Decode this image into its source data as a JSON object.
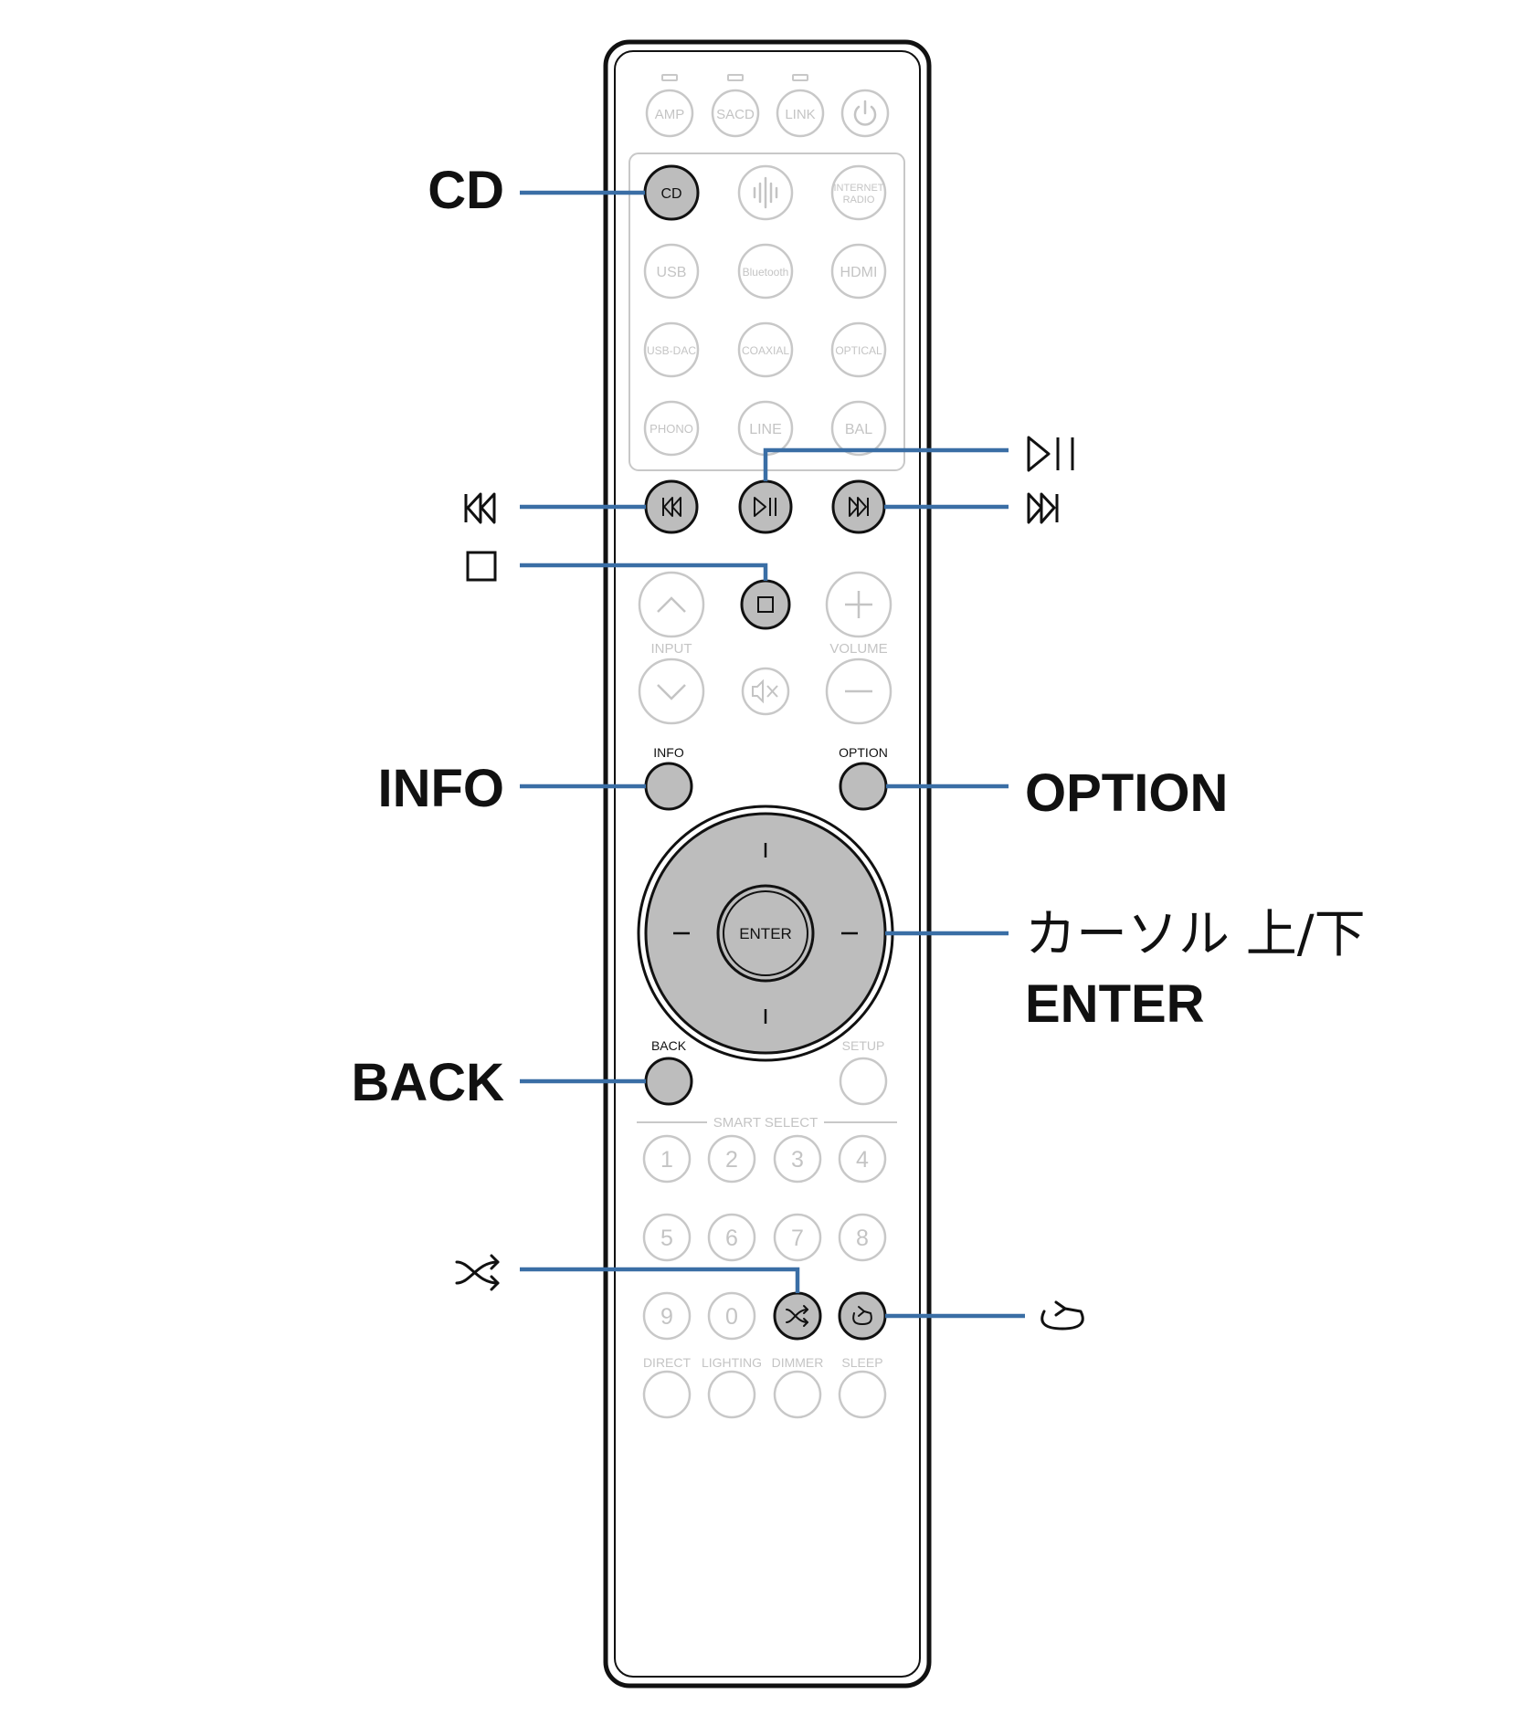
{
  "remote": {
    "source_buttons": {
      "amp": "AMP",
      "sacd": "SACD",
      "link": "LINK",
      "cd": "CD",
      "internet_radio_line1": "INTERNET",
      "internet_radio_line2": "RADIO",
      "usb": "USB",
      "bluetooth": "Bluetooth",
      "hdmi": "HDMI",
      "usb_dac": "USB-DAC",
      "coaxial": "COAXIAL",
      "optical": "OPTICAL",
      "phono": "PHONO",
      "line": "LINE",
      "bal": "BAL"
    },
    "labels": {
      "input": "INPUT",
      "volume": "VOLUME",
      "info": "INFO",
      "option": "OPTION",
      "enter": "ENTER",
      "back": "BACK",
      "setup": "SETUP",
      "smart_select": "SMART SELECT",
      "direct": "DIRECT",
      "lighting": "LIGHTING",
      "dimmer": "DIMMER",
      "sleep": "SLEEP"
    },
    "number_keys": [
      "1",
      "2",
      "3",
      "4",
      "5",
      "6",
      "7",
      "8",
      "9",
      "0"
    ]
  },
  "callouts": {
    "cd": "CD",
    "info": "INFO",
    "option": "OPTION",
    "cursor": "カーソル 上/下",
    "enter": "ENTER",
    "back": "BACK"
  },
  "icons": {
    "power": "power-icon",
    "heos": "heos-icon",
    "previous": "skip-previous-icon",
    "play_pause": "play-pause-icon",
    "next": "skip-next-icon",
    "stop": "stop-icon",
    "mute": "mute-icon",
    "random": "shuffle-icon",
    "repeat": "repeat-icon"
  },
  "colors": {
    "leader_line": "#3a6ea5",
    "highlight_fill": "#bdbdbd",
    "inactive_outline": "#c8c8c8",
    "body_outline": "#111111"
  }
}
